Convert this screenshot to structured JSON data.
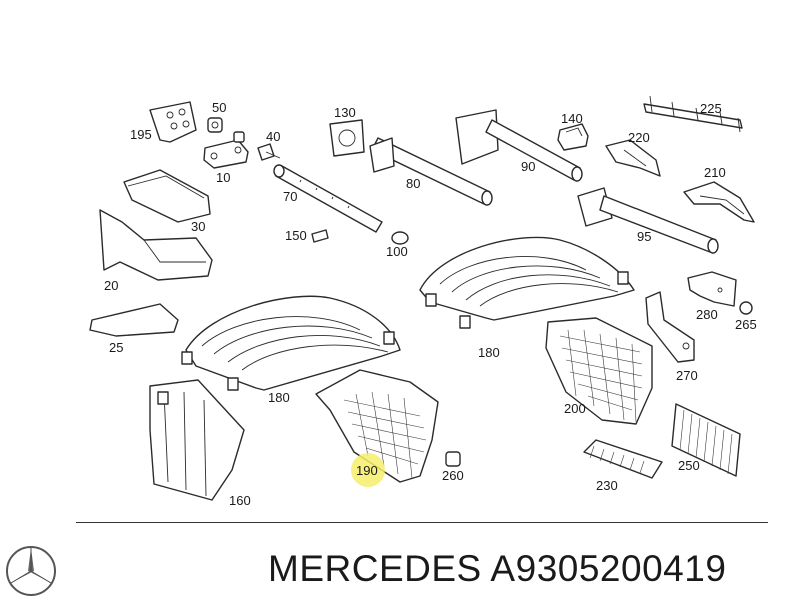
{
  "footer": {
    "brand_text": "MERCEDES A9305200419"
  },
  "logo": {
    "name": "mercedes-star"
  },
  "highlight": {
    "label": "190",
    "color": "#f4ee6a"
  },
  "callouts": [
    "195",
    "50",
    "40",
    "10",
    "130",
    "140",
    "225",
    "220",
    "210",
    "80",
    "90",
    "70",
    "30",
    "150",
    "100",
    "95",
    "20",
    "25",
    "280",
    "265",
    "180",
    "180",
    "270",
    "200",
    "190",
    "260",
    "250",
    "230",
    "160"
  ]
}
